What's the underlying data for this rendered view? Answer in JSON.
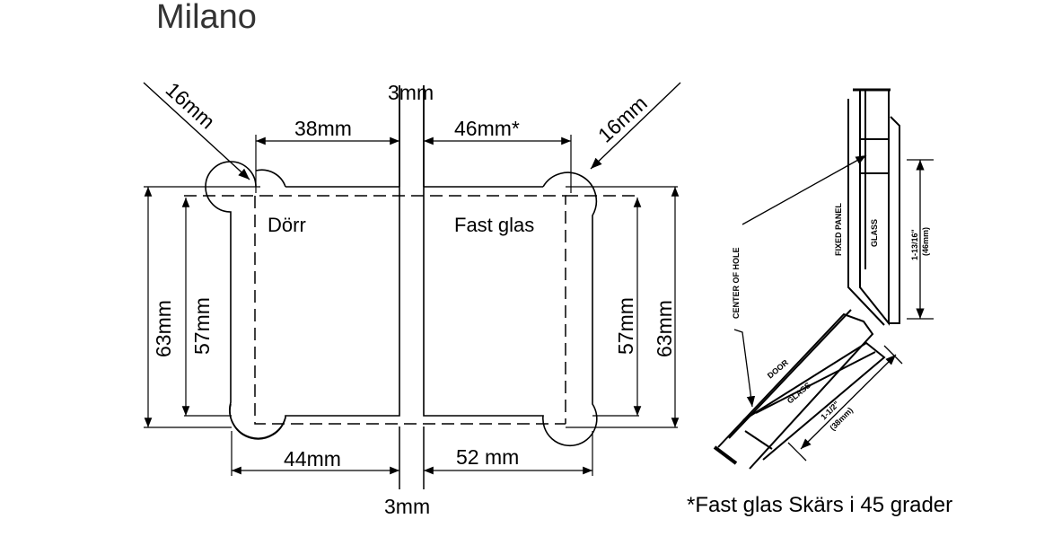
{
  "title": "Milano",
  "labels": {
    "door": "Dörr",
    "fixed": "Fast glas"
  },
  "dimensions": {
    "top_gap": "3mm",
    "bottom_gap": "3mm",
    "top_left_width": "38mm",
    "top_right_width": "46mm*",
    "bottom_left_width": "44mm",
    "bottom_right_width": "52 mm",
    "left_outer_height": "63mm",
    "left_inner_height": "57mm",
    "right_inner_height": "57mm",
    "right_outer_height": "63mm",
    "left_radius": "16mm",
    "right_radius": "16mm"
  },
  "detail": {
    "center_of_hole": "CENTER OF HOLE",
    "fixed_panel": "FIXED PANEL",
    "glass_top": "GLASS",
    "dim_top_line1": "1-13/16\"",
    "dim_top_line2": "(46mm)",
    "door": "DOOR",
    "glass_bottom": "GLASS",
    "dim_bottom_line1": "1-1/2\"",
    "dim_bottom_line2": "(38mm)"
  },
  "footnote": "*Fast glas Skärs i 45 grader"
}
